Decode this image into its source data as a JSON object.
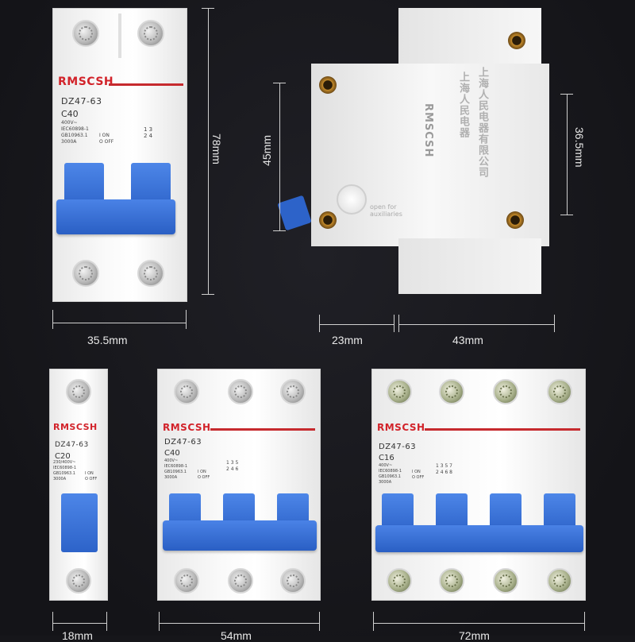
{
  "brand": "RMSCSH",
  "breakers": {
    "two_pole": {
      "model": "DZ47-63",
      "rating": "C40",
      "specs": "400V~\nIEC60898-1\nGB10963.1\n3000A",
      "onoff": "I ON\nO OFF",
      "poles": "1 3\n2 4"
    },
    "one_pole": {
      "model": "DZ47-63",
      "rating": "C20",
      "specs": "230/400V~\nIEC60898-1\nGB10963.1\n3000A",
      "onoff": "I ON\nO OFF"
    },
    "three_pole": {
      "model": "DZ47-63",
      "rating": "C40",
      "specs": "400V~\nIEC60898-1\nGB10963.1\n3000A",
      "onoff": "I ON\nO OFF",
      "poles": "1 3 5\n2 4 6"
    },
    "four_pole": {
      "model": "DZ47-63",
      "rating": "C16",
      "specs": "400V~\nIEC60898-1\nGB10963.1\n3000A",
      "onoff": "I ON\nO OFF",
      "poles": "1 3 5 7\n2 4 6 8"
    }
  },
  "side_view": {
    "label": "open for\nauxiliaries",
    "print_left": "RMSCSH",
    "print_mid": "上海人民电器",
    "print_right": "上海人民电器有限公司"
  },
  "dimensions": {
    "height_78": "78mm",
    "width_35_5": "35.5mm",
    "depth_45": "45mm",
    "depth_36_5": "36.5mm",
    "side_23": "23mm",
    "side_43": "43mm",
    "width_18": "18mm",
    "width_54": "54mm",
    "width_72": "72mm"
  },
  "colors": {
    "background": "#16161a",
    "brand_red": "#d2232a",
    "lever_blue": "#2d63c9",
    "body_white": "#fafafa"
  }
}
